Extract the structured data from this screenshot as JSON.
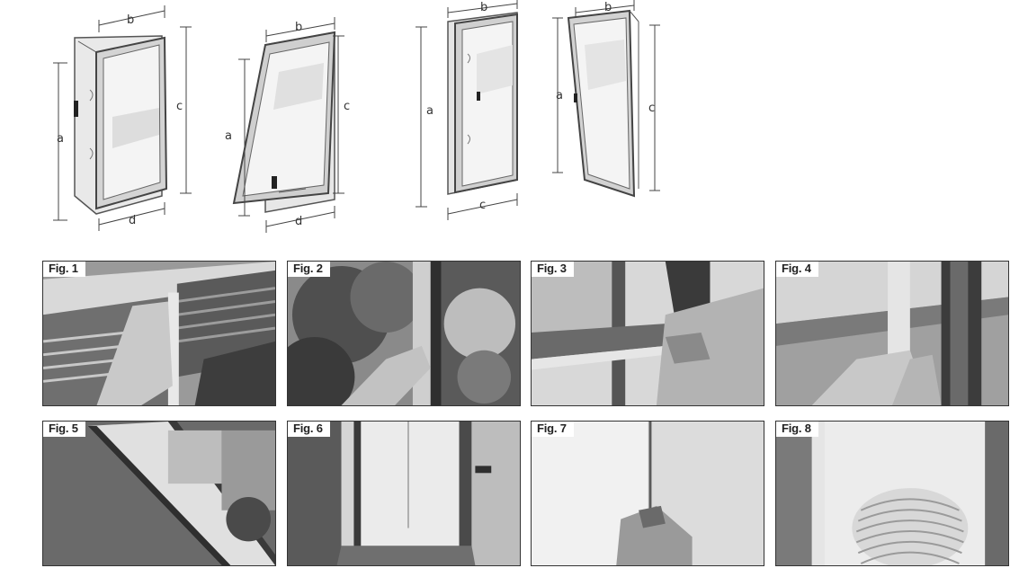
{
  "diagrams": [
    {
      "labels": {
        "a": "a",
        "b": "b",
        "c": "c",
        "d": "d"
      }
    },
    {
      "labels": {
        "a": "a",
        "b": "b",
        "c": "c",
        "d": "d"
      }
    },
    {
      "labels": {
        "a": "a",
        "b": "b",
        "c": "c"
      }
    },
    {
      "labels": {
        "a": "a",
        "b": "b",
        "c": "c"
      }
    }
  ],
  "figures": [
    {
      "label": "Fig. 1"
    },
    {
      "label": "Fig. 2"
    },
    {
      "label": "Fig. 3"
    },
    {
      "label": "Fig. 4"
    },
    {
      "label": "Fig. 5"
    },
    {
      "label": "Fig. 6"
    },
    {
      "label": "Fig. 7"
    },
    {
      "label": "Fig. 8"
    }
  ]
}
